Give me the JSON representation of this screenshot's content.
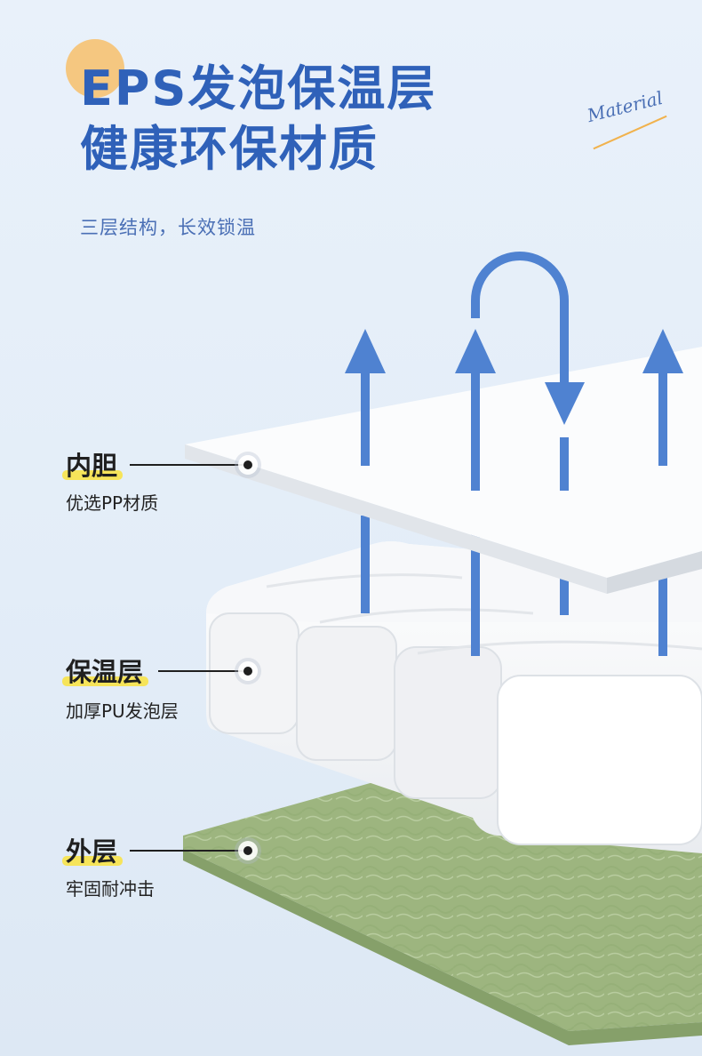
{
  "title": {
    "line1": "EPS发泡保温层",
    "line2": "健康环保材质"
  },
  "subtitle": "三层结构，长效锁温",
  "decoration_text": "Material",
  "layers": [
    {
      "name": "内胆",
      "desc": "优选PP材质"
    },
    {
      "name": "保温层",
      "desc": "加厚PU发泡层"
    },
    {
      "name": "外层",
      "desc": "牢固耐冲击"
    }
  ],
  "colors": {
    "accent": "#2f61b9",
    "highlight": "#f6e45a",
    "arrow": "#4f82d1",
    "outer_layer": "#a8c08a"
  }
}
